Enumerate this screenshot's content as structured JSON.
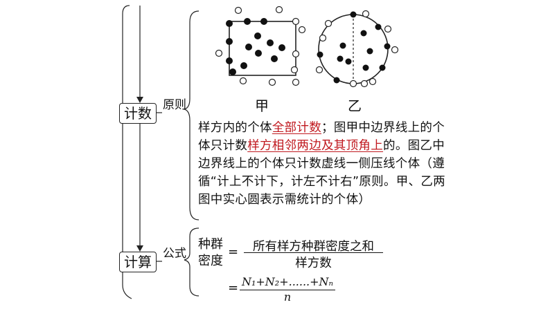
{
  "nodes": {
    "count_label": "计数",
    "calc_label": "计算"
  },
  "branches": {
    "principle": "原则",
    "formula": "公式"
  },
  "figures": {
    "left_caption": "甲",
    "right_caption": "乙"
  },
  "paragraph": {
    "seg1": "样方内的个体",
    "hl1": "全部计数",
    "seg2": "；图甲中边界线上的个体只计数",
    "hl2": "样方相邻两边及其顶角上",
    "seg3": "的。图乙中边界线上的个体只计数虚线一侧压线个体（遵循“计上不计下，计左不计右”原则。甲、乙两图中实心圆表示需统计的个体）",
    "highlight_color": "#c0191f"
  },
  "formula": {
    "lhs_top": "种群",
    "lhs_bottom": "密度",
    "eq1": "=",
    "numerator1": "所有样方种群密度之和",
    "denominator1": "样方数",
    "eq2": "=",
    "numerator2": "N₁+N₂+......+Nₙ",
    "denominator2": "n"
  }
}
